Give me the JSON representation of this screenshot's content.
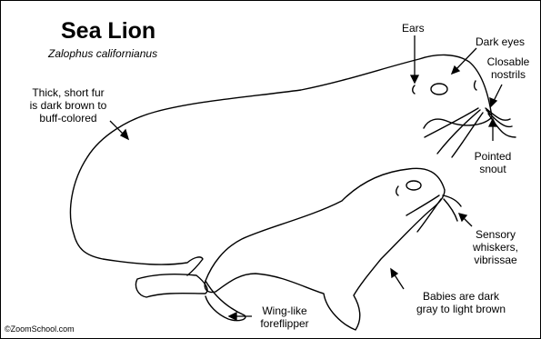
{
  "header": {
    "title": "Sea Lion",
    "scientific_name": "Zalophus californianus"
  },
  "labels": {
    "fur": [
      "Thick, short fur",
      "is dark brown to",
      "buff-colored"
    ],
    "ears": "Ears",
    "eyes": "Dark eyes",
    "nostrils": [
      "Closable",
      "nostrils"
    ],
    "snout": [
      "Pointed",
      "snout"
    ],
    "whiskers": [
      "Sensory",
      "whiskers,",
      "vibrissae"
    ],
    "babies": [
      "Babies are dark",
      "gray to light brown"
    ],
    "foreflipper": [
      "Wing-like",
      "foreflipper"
    ]
  },
  "footer": {
    "copyright": "©ZoomSchool.com"
  }
}
